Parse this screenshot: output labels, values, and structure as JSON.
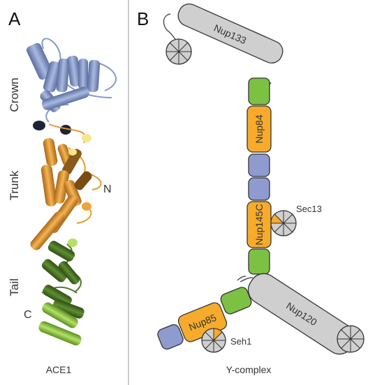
{
  "panel_a": {
    "letter": "A",
    "labels": {
      "crown": "Crown",
      "trunk": "Trunk",
      "tail": "Tail",
      "n_term": "N",
      "c_term": "C"
    },
    "caption": "ACE1"
  },
  "panel_b": {
    "letter": "B",
    "labels": {
      "nup133": "Nup133",
      "nup84": "Nup84",
      "nup145c": "Nup145C",
      "sec13": "Sec13",
      "nup85": "Nup85",
      "seh1": "Seh1",
      "nup120": "Nup120"
    },
    "caption": "Y-complex"
  },
  "colors": {
    "crown": "#8499c6",
    "trunk": "#f0a33a",
    "tail_dark": "#4e7a27",
    "tail_light": "#8fc63d",
    "gray": "#cfcfcf",
    "green": "#7cc143",
    "blue": "#8f9bcf",
    "orange": "#f6ab2c"
  }
}
